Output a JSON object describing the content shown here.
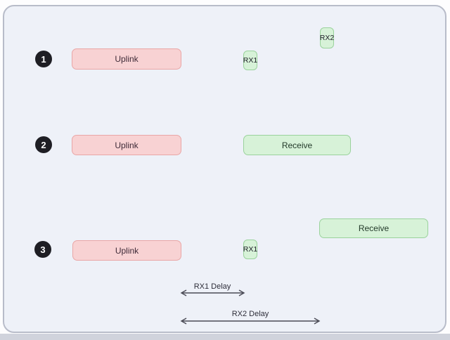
{
  "colors": {
    "panel_bg": "#eef1f8",
    "panel_border": "#b8bcc9",
    "pink_fill": "#f8d2d3",
    "pink_border": "#e9a6a6",
    "green_fill": "#d7f2d8",
    "green_border": "#9ad29c",
    "badge_bg": "#1e1e24",
    "badge_text": "#ffffff",
    "arrow": "#4a4a55"
  },
  "rows": [
    {
      "badge": "1",
      "uplink_label": "Uplink",
      "rx1_label": "RX1",
      "rx2_label": "RX2"
    },
    {
      "badge": "2",
      "uplink_label": "Uplink",
      "receive_label": "Receive"
    },
    {
      "badge": "3",
      "uplink_label": "Uplink",
      "rx1_label": "RX1",
      "receive_label": "Receive"
    }
  ],
  "annotations": [
    {
      "label": "RX1 Delay"
    },
    {
      "label": "RX2 Delay"
    }
  ]
}
